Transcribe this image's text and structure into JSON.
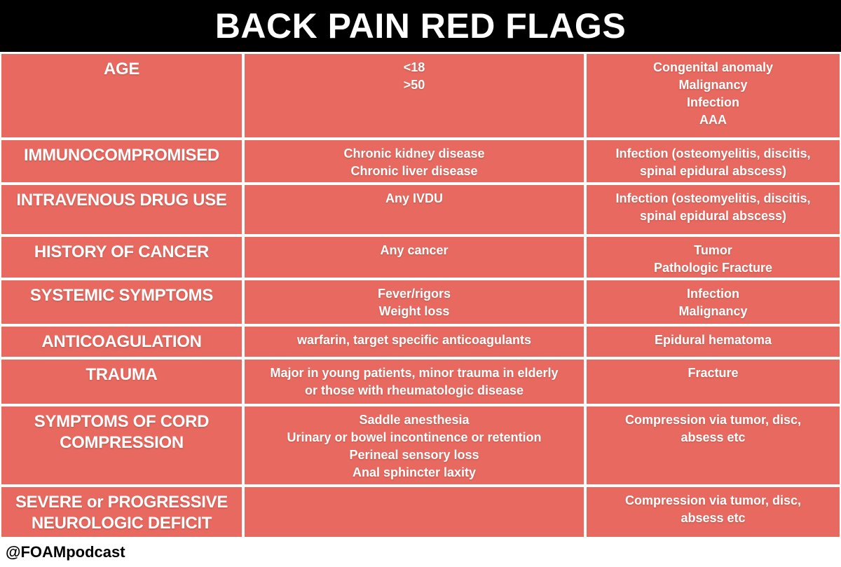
{
  "title": "BACK PAIN RED FLAGS",
  "colors": {
    "accent": "#E8695F",
    "header_bg": "#000000",
    "text_on_accent": "#FFFFFF",
    "gridline": "#FFFFFF",
    "footer_text": "#000000"
  },
  "table": {
    "rows": [
      {
        "label": "AGE",
        "criteria": "<18\n>50",
        "concern": "Congenital anomaly\nMalignancy\nInfection\nAAA"
      },
      {
        "label": "IMMUNOCOMPROMISED",
        "criteria": "Chronic kidney disease\nChronic liver disease",
        "concern": "Infection (osteomyelitis, discitis,\nspinal epidural abscess)"
      },
      {
        "label": "INTRAVENOUS DRUG USE",
        "criteria": "Any IVDU",
        "concern": "Infection (osteomyelitis, discitis,\nspinal epidural abscess)"
      },
      {
        "label": "HISTORY OF CANCER",
        "criteria": "Any cancer",
        "concern": "Tumor\nPathologic Fracture"
      },
      {
        "label": "SYSTEMIC SYMPTOMS",
        "criteria": "Fever/rigors\nWeight loss",
        "concern": "Infection\nMalignancy"
      },
      {
        "label": "ANTICOAGULATION",
        "criteria": "warfarin, target specific anticoagulants",
        "concern": "Epidural hematoma"
      },
      {
        "label": "TRAUMA",
        "criteria": "Major in young patients, minor trauma in elderly\nor those with rheumatologic disease",
        "concern": "Fracture"
      },
      {
        "label": "SYMPTOMS OF CORD\nCOMPRESSION",
        "criteria": "Saddle anesthesia\nUrinary or bowel incontinence or retention\nPerineal sensory loss\nAnal sphincter laxity",
        "concern": "Compression via tumor, disc,\nabsess etc"
      },
      {
        "label": "SEVERE or PROGRESSIVE\nNEUROLOGIC DEFICIT",
        "criteria": "",
        "concern": "Compression via tumor, disc,\nabsess etc"
      }
    ]
  },
  "footer": {
    "handle": "@FOAMpodcast"
  }
}
